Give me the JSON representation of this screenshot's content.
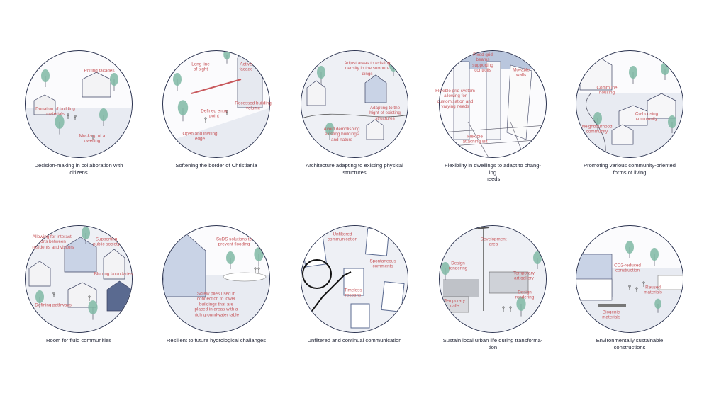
{
  "panels": [
    {
      "title": "Decision-making in collaboration with\ncitizens",
      "annotations": [
        "Poiting facades",
        "Donation of building\nmaterials",
        "Mock-up of a\ndwelling"
      ]
    },
    {
      "title": "Softening the border of Christiania",
      "annotations": [
        "Long line\nof sight",
        "Active\nfacade",
        "Recessed building\nvolume",
        "Defined entry\npoint",
        "Open and inviting\nedge"
      ]
    },
    {
      "title": "Architecture adapting to existing physical\nstructures",
      "annotations": [
        "Adjust areas to existing\ndensity in the surroun-\ndings",
        "Adapting to the\nhight of existing\nstructures",
        "Avoid demolishing\nexisting buildings\nand nature"
      ]
    },
    {
      "title": "Flexibility in dwellings to adapt to chang-\ning\nneeds",
      "annotations": [
        "Fixed grid\nbeams\nsupporting\ncontrolls",
        "Movable\nwalls",
        "Flexible grid system\nallowing for\ncustomisation and\nvarying needs",
        "Flexible\nattaching slit"
      ]
    },
    {
      "title": "Promoting various community-oriented\nforms of living",
      "annotations": [
        "Commune\nhousing",
        "Co-housing\ncommunity",
        "Neighbourhood\ncommunity"
      ]
    },
    {
      "title": "Room for fluid communities",
      "annotations": [
        "Allowing for interacti-\nons between\nresidents and visitors",
        "Supporting\npublic society",
        "Blurring boundaries",
        "Defining pathways"
      ]
    },
    {
      "title": "Resilient to future hydrological challanges",
      "annotations": [
        "SuDS solutions to\nprevent flooding",
        "Screw piles used in\nconnection to lower\nbuildings that are\nplaced in areas with a\nhigh groundwater table"
      ]
    },
    {
      "title": "Unfiltered and continual communication",
      "annotations": [
        "Unfiltered\ncommunication",
        "Spontaneous\ncomments",
        "Timeless\nrespons"
      ]
    },
    {
      "title": "Sustain local urban life during transforma-\ntion",
      "annotations": [
        "Development\narea",
        "Design\nrendering",
        "Temporary\nart gallery",
        "Design\nrendering",
        "Temporary\ncafe"
      ]
    },
    {
      "title": "Environmentally sustainable\nconstructions",
      "annotations": [
        "CO2-reduced\nconstruction",
        "Reused\nmaterials",
        "Biogenic\nmaterials"
      ]
    }
  ],
  "colors": {
    "outline": "#2b3350",
    "annotation": "#c8585c",
    "tree": "#7fb8a4",
    "building": "#c9d3e6",
    "ground": "#e8ebf2"
  }
}
